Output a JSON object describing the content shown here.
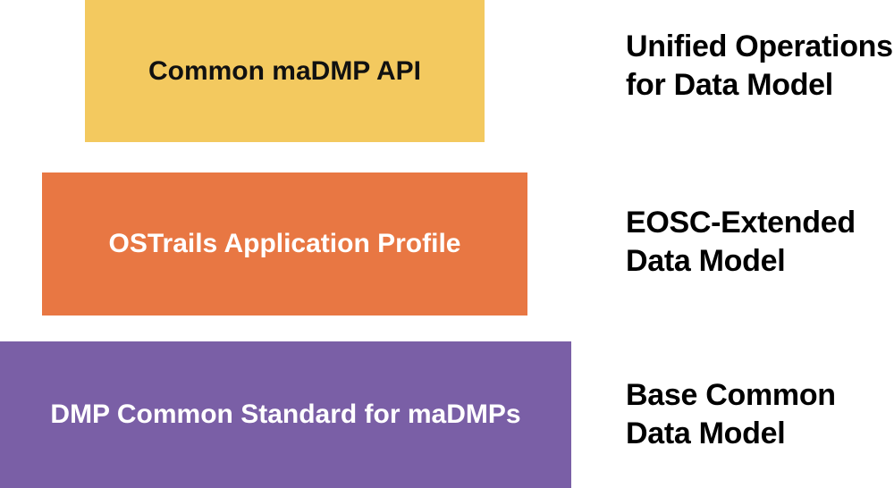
{
  "canvas": {
    "background_color": "#FFFFFF"
  },
  "layers": [
    {
      "box_label": "Common maDMP API",
      "box_color": "#F3C95F",
      "box_text_color": "#111111",
      "side_label_line1": "Unified Operations",
      "side_label_line2": "for Data Model"
    },
    {
      "box_label": "OSTrails Application Profile",
      "box_color": "#E87743",
      "box_text_color": "#FFFFFF",
      "side_label_line1": "EOSC-Extended",
      "side_label_line2": "Data Model"
    },
    {
      "box_label": "DMP Common Standard for maDMPs",
      "box_color": "#7A5FA6",
      "box_text_color": "#FFFFFF",
      "side_label_line1": "Base Common",
      "side_label_line2": "Data Model"
    }
  ],
  "side_label_color": "#000000"
}
